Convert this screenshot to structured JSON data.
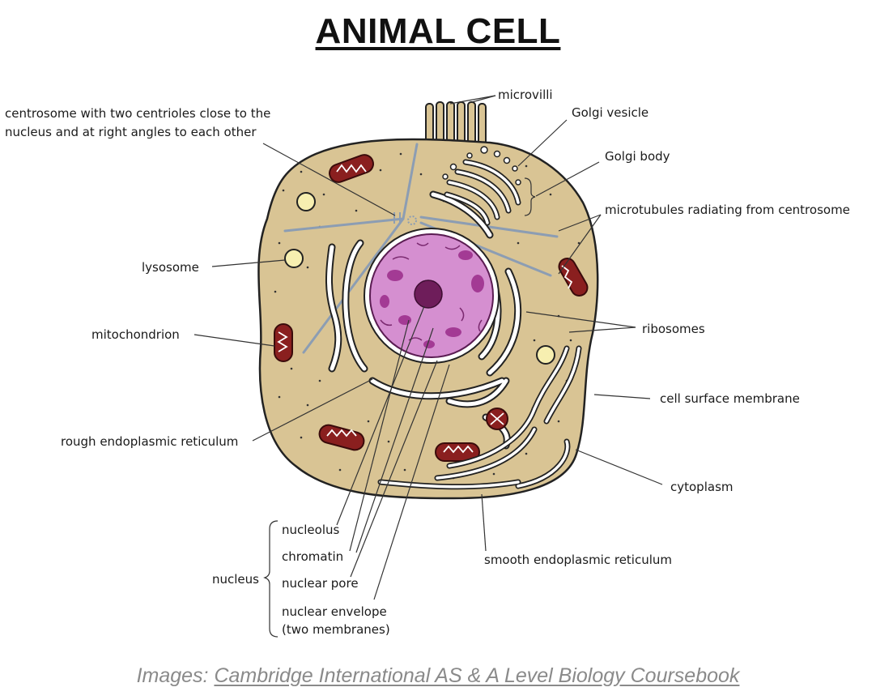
{
  "title": "ANIMAL CELL",
  "labels": {
    "microvilli": "microvilli",
    "golgi_vesicle": "Golgi vesicle",
    "golgi_body": "Golgi body",
    "microtubules": "microtubules radiating from centrosome",
    "centrosome_line1": "centrosome with two centrioles close to the",
    "centrosome_line2": "nucleus and at right angles to each other",
    "lysosome": "lysosome",
    "mitochondrion": "mitochondrion",
    "ribosomes": "ribosomes",
    "cell_surface_membrane": "cell surface membrane",
    "rough_er": "rough endoplasmic reticulum",
    "cytoplasm": "cytoplasm",
    "smooth_er": "smooth endoplasmic reticulum",
    "nucleus": "nucleus",
    "nucleolus": "nucleolus",
    "chromatin": "chromatin",
    "nuclear_pore": "nuclear pore",
    "nuclear_envelope_line1": "nuclear envelope",
    "nuclear_envelope_line2": "(two membranes)"
  },
  "caption": {
    "prefix": "Images: ",
    "source": "Cambridge International AS & A Level Biology Coursebook"
  },
  "colors": {
    "cytoplasm": "#d9c494",
    "nucleus": "#d58fd0",
    "nucleolus": "#6e1d5a",
    "mitochondrion": "#8a1f1f",
    "lysosome": "#f7efb0",
    "microtubule": "#8c9db3"
  }
}
